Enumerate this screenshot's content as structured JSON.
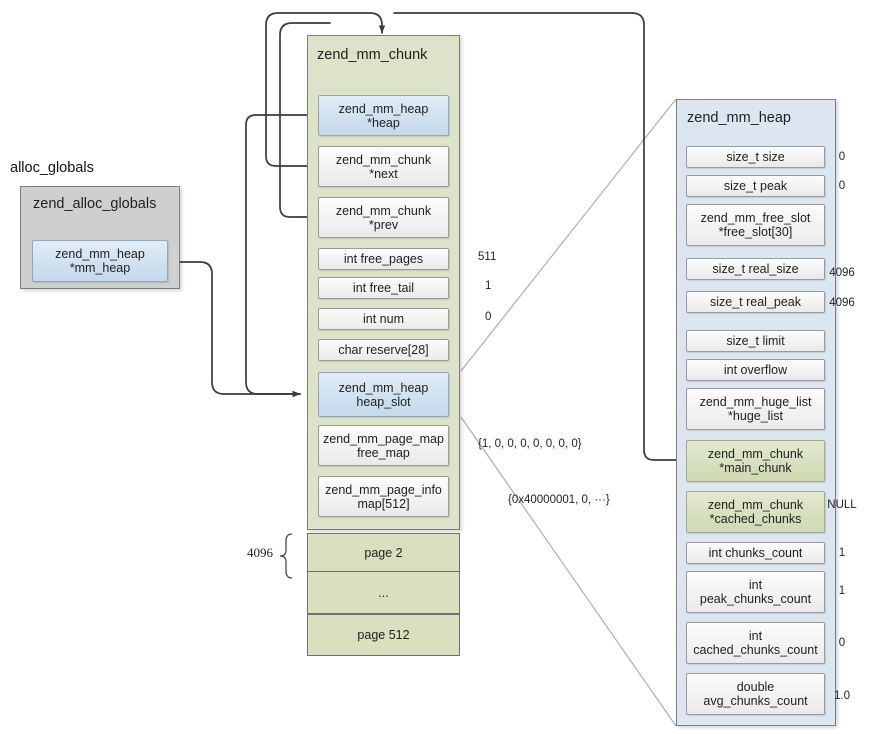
{
  "diagram": {
    "caption_alloc_globals": "alloc_globals"
  },
  "globals_struct": {
    "title": "zend_alloc_globals",
    "field": {
      "type": "zend_mm_heap",
      "name": "*mm_heap"
    }
  },
  "chunk_struct": {
    "title": "zend_mm_chunk",
    "fields": [
      {
        "type": "zend_mm_heap",
        "name": "*heap",
        "value": "",
        "style": "blue"
      },
      {
        "type": "zend_mm_chunk",
        "name": "*next",
        "value": "",
        "style": "plain"
      },
      {
        "type": "zend_mm_chunk",
        "name": "*prev",
        "value": "",
        "style": "plain"
      },
      {
        "type": "int",
        "name": "free_pages",
        "value": "511",
        "style": "plain"
      },
      {
        "type": "int",
        "name": "free_tail",
        "value": "1",
        "style": "plain"
      },
      {
        "type": "int",
        "name": "num",
        "value": "0",
        "style": "plain"
      },
      {
        "type": "char",
        "name": "reserve[28]",
        "value": "",
        "style": "plain"
      },
      {
        "type": "zend_mm_heap",
        "name": "heap_slot",
        "value": "",
        "style": "blue"
      },
      {
        "type": "zend_mm_page_map",
        "name": "free_map",
        "value": "{1, 0, 0, 0, 0, 0, 0, 0}",
        "style": "plain"
      },
      {
        "type": "zend_mm_page_info",
        "name": "map[512]",
        "value": "{0x40000001, 0, ···}",
        "style": "plain"
      }
    ],
    "pages": [
      "page 2",
      "...",
      "page 512"
    ],
    "page_size_label": "4096"
  },
  "heap_struct": {
    "title": "zend_mm_heap",
    "fields": [
      {
        "type": "size_t",
        "name": "size",
        "value": "",
        "style": "plain"
      },
      {
        "type": "size_t",
        "name": "peak",
        "value": "",
        "style": "plain"
      },
      {
        "type": "zend_mm_free_slot",
        "name": "*free_slot[30]",
        "value": "",
        "style": "plain"
      },
      {
        "type": "size_t",
        "name": "real_size",
        "value": "4096",
        "style": "plain"
      },
      {
        "type": "size_t",
        "name": "real_peak",
        "value": "4096",
        "style": "plain"
      },
      {
        "type": "size_t",
        "name": "limit",
        "value": "",
        "style": "plain"
      },
      {
        "type": "int",
        "name": "overflow",
        "value": "",
        "style": "plain"
      },
      {
        "type": "zend_mm_huge_list",
        "name": "*huge_list",
        "value": "",
        "style": "plain"
      },
      {
        "type": "zend_mm_chunk",
        "name": "*main_chunk",
        "value": "",
        "style": "green"
      },
      {
        "type": "zend_mm_chunk",
        "name": "*cached_chunks",
        "value": "NULL",
        "style": "green"
      },
      {
        "type": "int",
        "name": "chunks_count",
        "value": "1",
        "style": "plain"
      },
      {
        "type": "int",
        "name": "peak_chunks_count",
        "value": "1",
        "style": "plain"
      },
      {
        "type": "int",
        "name": "cached_chunks_count",
        "value": "0",
        "style": "plain"
      },
      {
        "type": "double",
        "name": "avg_chunks_count",
        "value": "1.0",
        "style": "plain"
      }
    ],
    "single_line_fields": [
      "size",
      "peak",
      "real_size",
      "real_peak",
      "limit",
      "overflow",
      "chunks_count"
    ],
    "value_column": {
      "size": "0",
      "peak": "0"
    }
  },
  "labels": {
    "field_size": "0",
    "field_peak": "0"
  },
  "colors": {
    "chunk_fill": "#dde3c8",
    "heap_fill": "#dce6f1",
    "globals_fill": "#cfcfcf",
    "blue_field": "#cfe0ef",
    "green_field": "#d6dfbd",
    "wire": "#3a3a3a",
    "guide": "#9a9a9a"
  }
}
